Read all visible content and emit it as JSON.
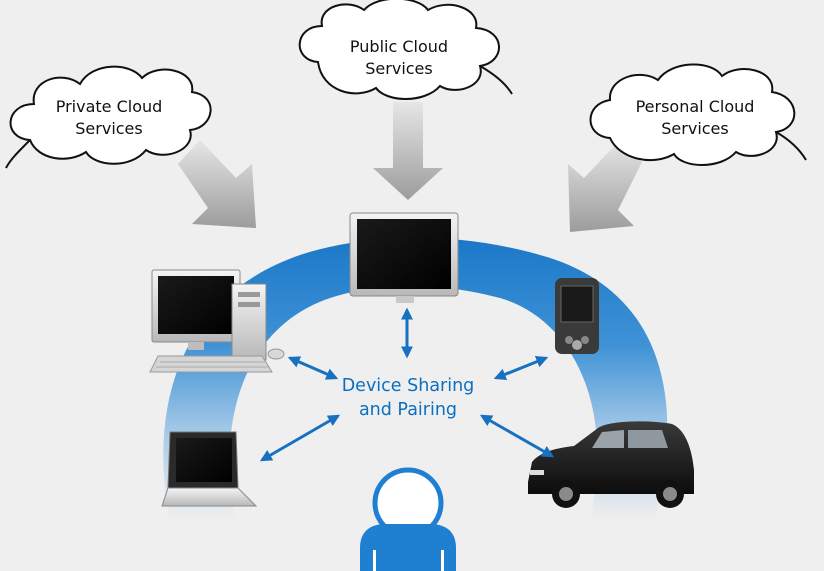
{
  "clouds": [
    {
      "id": "private",
      "line1": "Private Cloud",
      "line2": "Services"
    },
    {
      "id": "public",
      "line1": "Public Cloud",
      "line2": "Services"
    },
    {
      "id": "personal",
      "line1": "Personal Cloud",
      "line2": "Services"
    }
  ],
  "center": {
    "line1": "Device Sharing",
    "line2": "and Pairing"
  },
  "devices": [
    "desktop-computer",
    "flat-monitor",
    "pda",
    "laptop",
    "suv-car",
    "user-person"
  ],
  "colors": {
    "background": "#efefef",
    "ring_blue": "#1b78c8",
    "arrow_blue": "#1870c0",
    "label_blue": "#0a6fc2",
    "gray_arrow": "#a9a9a9",
    "person": "#1f7fd0"
  }
}
